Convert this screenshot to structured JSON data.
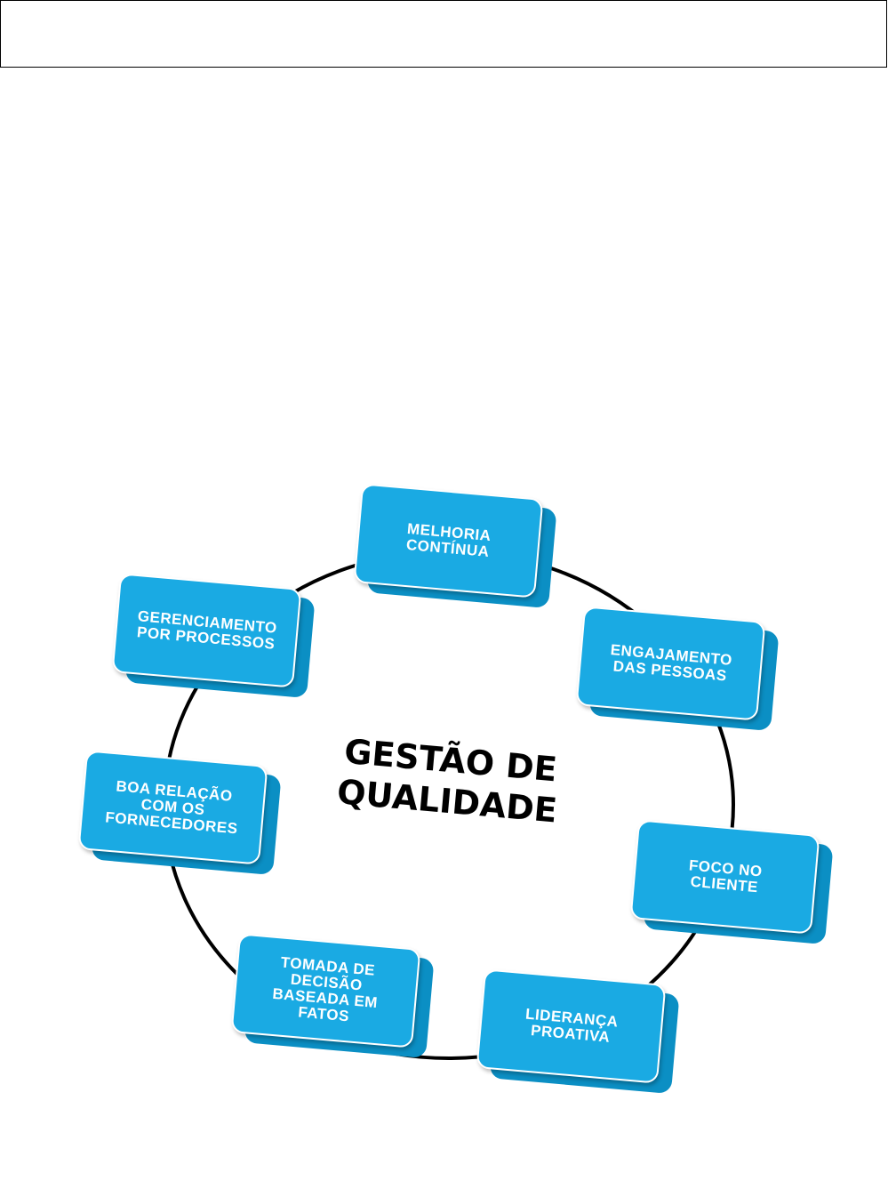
{
  "diagram": {
    "center_title": "GESTÃO DE\nQUALIDADE",
    "nodes": [
      {
        "id": "melhoria",
        "label": "MELHORIA\nCONTÍNUA"
      },
      {
        "id": "engajamento",
        "label": "ENGAJAMENTO\nDAS PESSOAS"
      },
      {
        "id": "foco",
        "label": "FOCO NO\nCLIENTE"
      },
      {
        "id": "lideranca",
        "label": "LIDERANÇA\nPROATIVA"
      },
      {
        "id": "tomada",
        "label": "TOMADA DE\nDECISÃO\nBASEADA EM\nFATOS"
      },
      {
        "id": "fornecedores",
        "label": "BOA RELAÇÃO\nCOM OS\nFORNECEDORES"
      },
      {
        "id": "processos",
        "label": "GERENCIAMENTO\nPOR PROCESSOS"
      }
    ],
    "colors": {
      "box_face": "#1aaae3",
      "box_side": "#0b8fc4",
      "ring": "#000000",
      "text": "#ffffff"
    }
  }
}
